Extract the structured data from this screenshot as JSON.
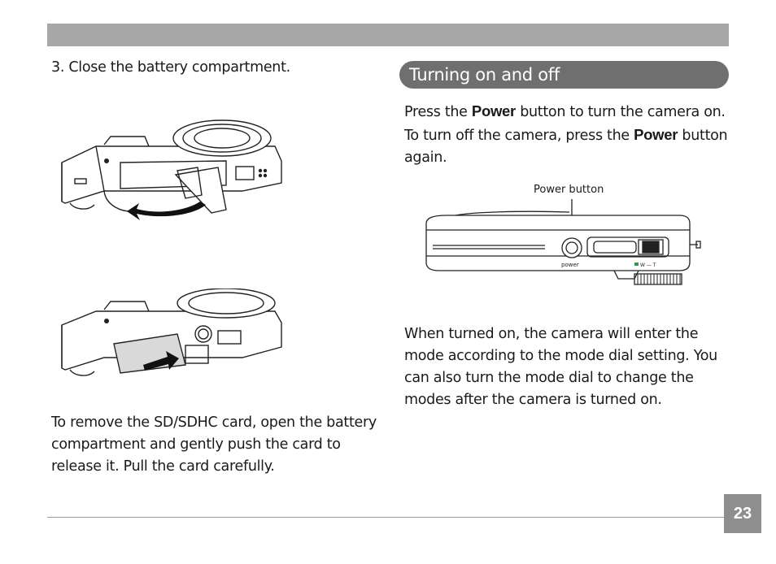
{
  "header": {
    "bar": ""
  },
  "left": {
    "step3": "3. Close the battery compartment.",
    "remove_card": "To remove the SD/SDHC card, open the battery compartment and gently push the card to release it. Pull the card carefully."
  },
  "right": {
    "section_title": "Turning on and off",
    "press_pre": "Press the ",
    "power_word": "Power",
    "press_mid": " button to turn the camera on. To turn off the camera, press the ",
    "press_post": " button again.",
    "callout": "Power button",
    "camera_label_power": "power",
    "camera_label_zoom": "W — T",
    "mode_text": "When turned on, the camera will enter the mode according to the mode dial setting. You can also turn the mode dial to change the modes after the camera is turned on."
  },
  "footer": {
    "page_number": "23"
  }
}
